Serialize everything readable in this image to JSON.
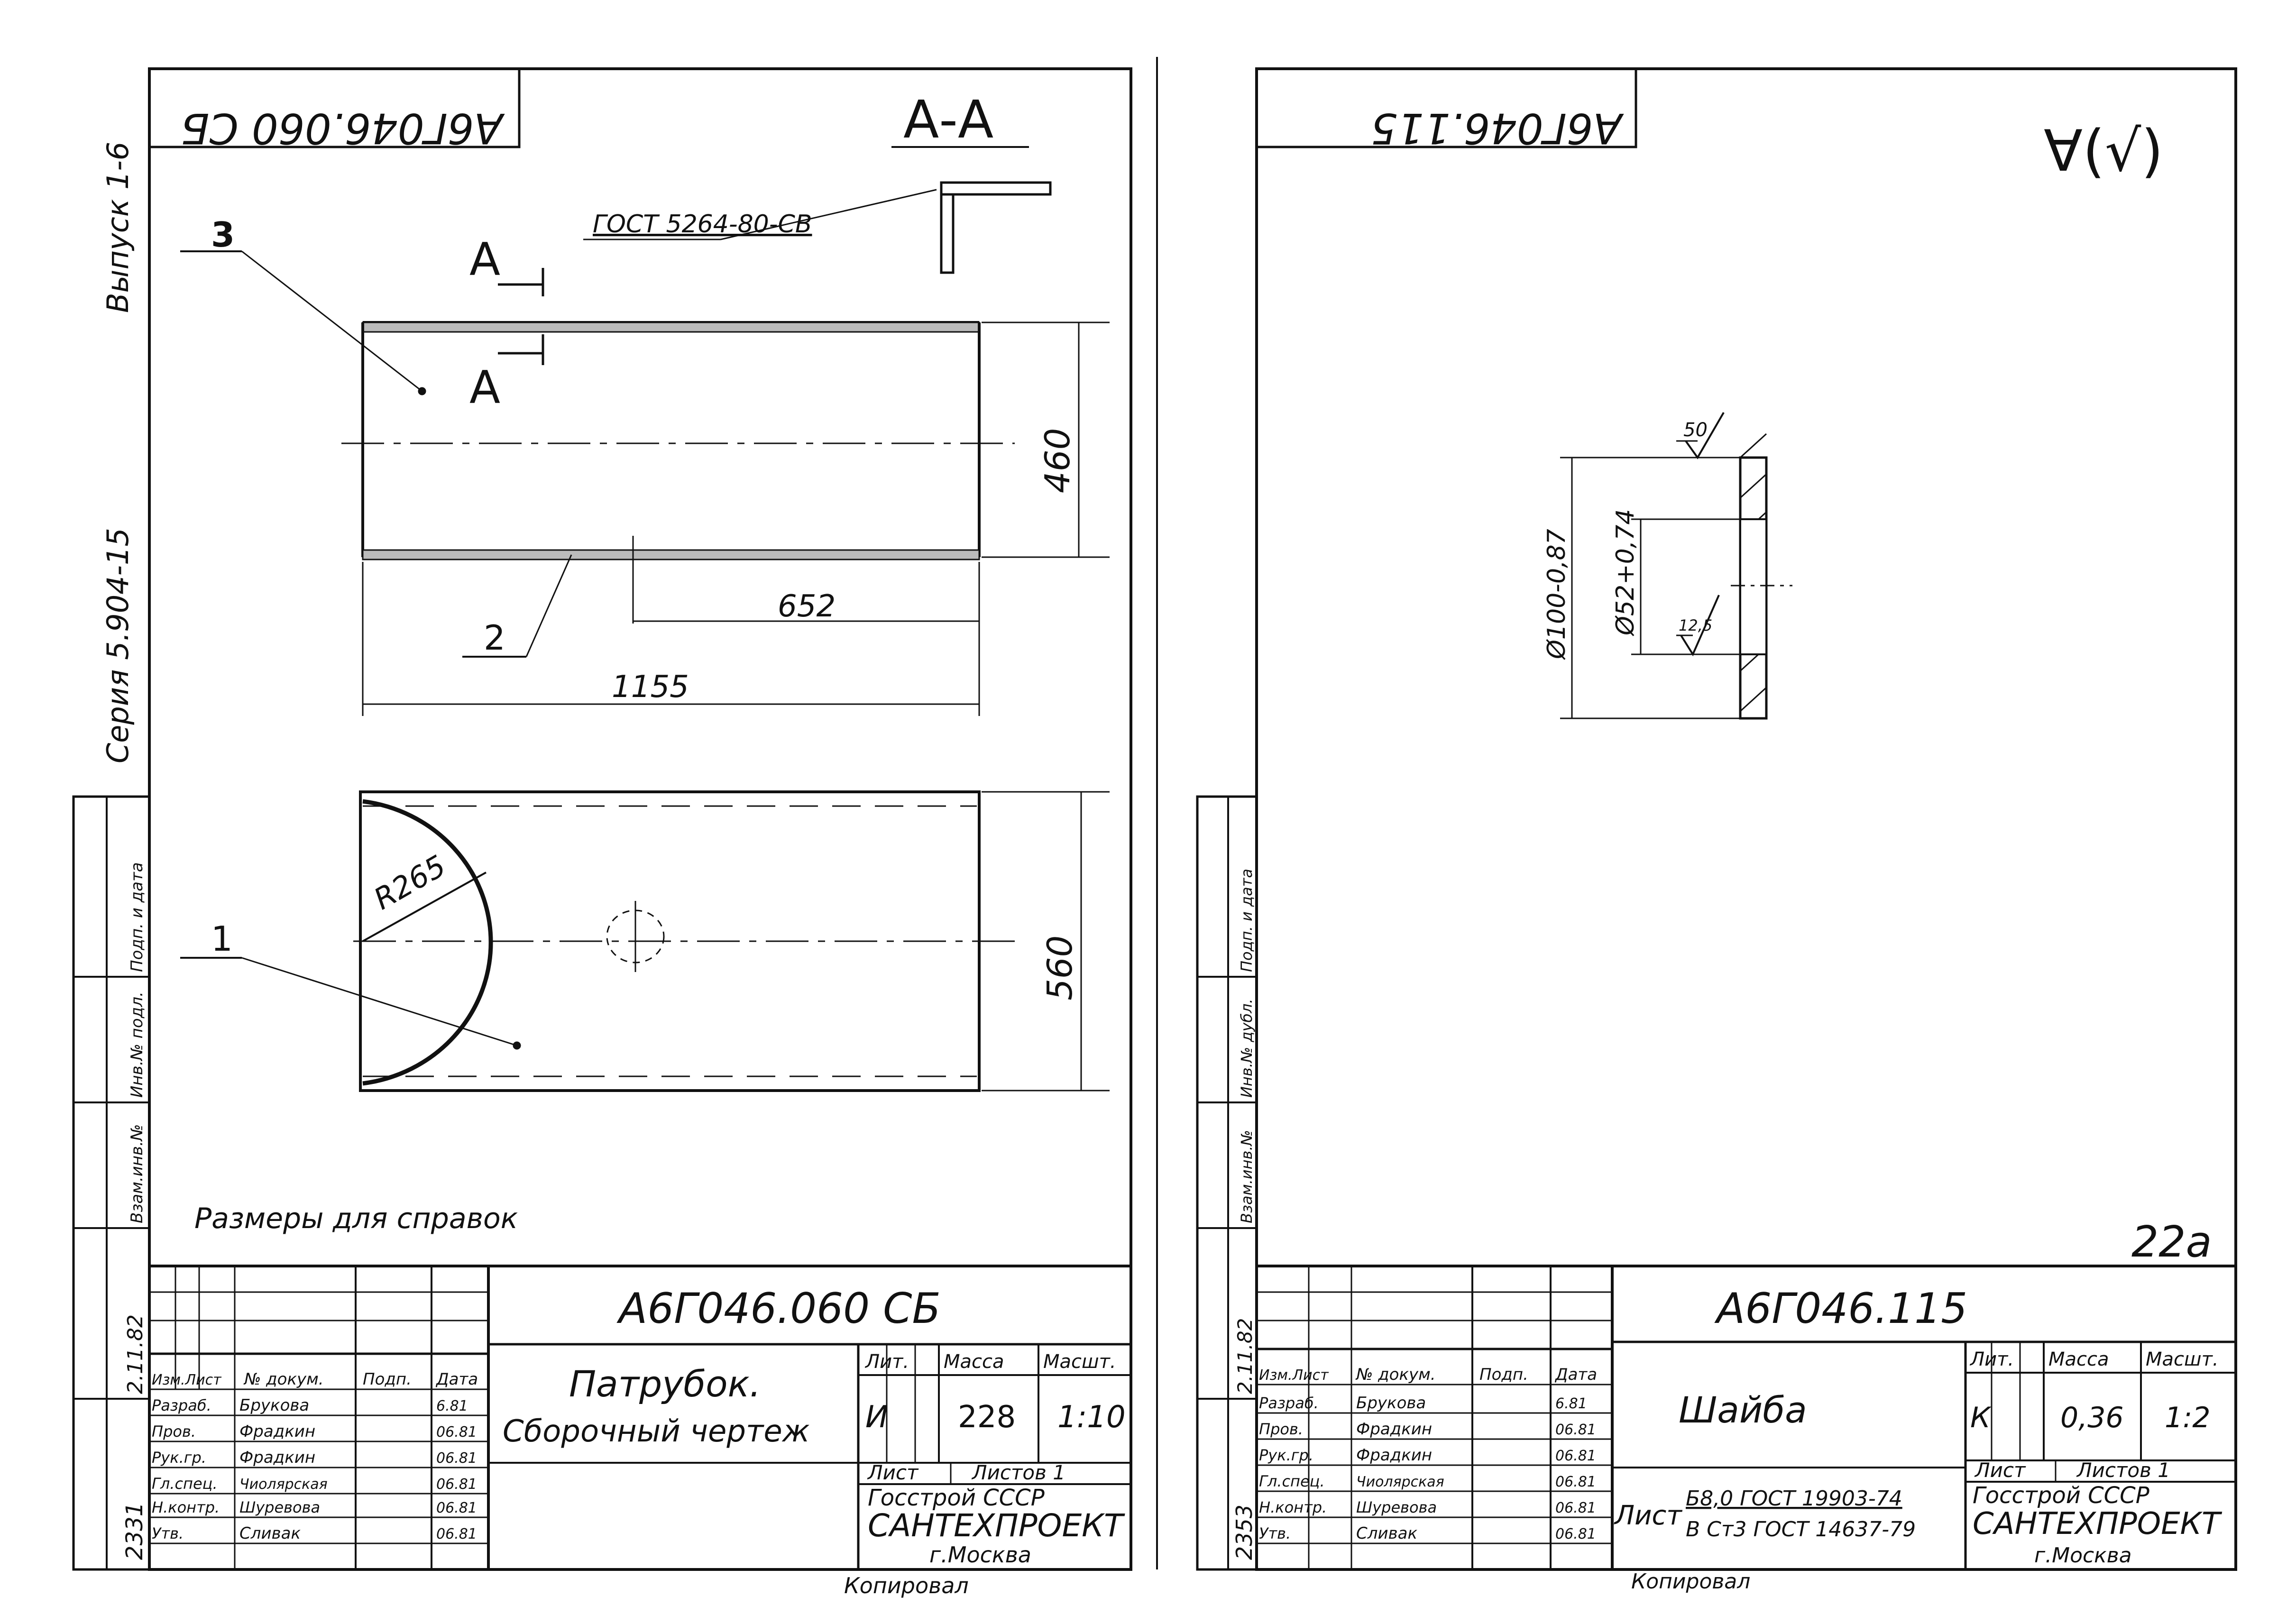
{
  "left_sheet": {
    "code_rotated": "А6Г046.060 СБ",
    "section_label": "А-А",
    "weld_note": "ГОСТ 5264-80-СВ",
    "section_mark": "А",
    "series_text": "Серия 5.904-15",
    "issue_text": "Выпуск 1-6",
    "callouts": [
      "3",
      "2",
      "1"
    ],
    "dim_460": "460",
    "dim_652": "652",
    "dim_1155": "1155",
    "dim_r": "R265",
    "dim_560": "560",
    "note": "Размеры для справок",
    "doc_code": "А6Г046.060 СБ",
    "title_line1": "Патрубок.",
    "title_line2": "Сборочный чертеж",
    "lit_value": "И",
    "headers": [
      "Лит.",
      "Масса",
      "Масшт."
    ],
    "mass": "228",
    "scale": "1:10",
    "sheet_label": "Лист",
    "sheets_label": "Листов 1",
    "org_line1": "Госстрой СССР",
    "org_line2": "САНТЕХПРОЕКТ",
    "org_line3": "г.Москва",
    "sig_header": [
      "Изм.Лист",
      "№ докум.",
      "Подп.",
      "Дата"
    ],
    "sig_rows": [
      [
        "Разраб.",
        "Брукова",
        "",
        "6.81"
      ],
      [
        "Пров.",
        "Фрадкин",
        "",
        "06.81"
      ],
      [
        "Рук.гр.",
        "Фрадкин",
        "",
        "06.81"
      ],
      [
        "Гл.спец.",
        "Чиолярская",
        "",
        "06.81"
      ],
      [
        "Н.контр.",
        "Шуревова",
        "",
        "06.81"
      ],
      [
        "Утв.",
        "Сливак",
        "",
        "06.81"
      ]
    ],
    "side_stamp": [
      "Взам.инв.№",
      "Инв.№ подл.",
      "Подп. и дата"
    ],
    "side_date": "2.11.82",
    "side_num": "2331",
    "bottom_text": "Копировал"
  },
  "right_sheet": {
    "code_rotated": "А6Г046.115",
    "roughness_note": "∀(√)",
    "dim_outer": "Ø100-0,87",
    "dim_inner": "Ø52+0,74",
    "rough_top": "50",
    "rough_inner": "12,5",
    "page_num": "22а",
    "doc_code": "А6Г046.115",
    "title": "Шайба",
    "lit_value": "К",
    "headers": [
      "Лит.",
      "Масса",
      "Масшт."
    ],
    "mass": "0,36",
    "scale": "1:2",
    "sheet_label": "Лист",
    "sheets_label": "Листов 1",
    "material_prefix": "Лист",
    "material_line1": "Б8,0 ГОСТ 19903-74",
    "material_line2": "В Ст3 ГОСТ 14637-79",
    "org_line1": "Госстрой СССР",
    "org_line2": "САНТЕХПРОЕКТ",
    "org_line3": "г.Москва",
    "sig_header": [
      "Изм.Лист",
      "№ докум.",
      "Подп.",
      "Дата"
    ],
    "sig_rows": [
      [
        "Разраб.",
        "Брукова",
        "",
        "6.81"
      ],
      [
        "Пров.",
        "Фрадкин",
        "",
        "06.81"
      ],
      [
        "Рук.гр.",
        "Фрадкин",
        "",
        "06.81"
      ],
      [
        "Гл.спец.",
        "Чиолярская",
        "",
        "06.81"
      ],
      [
        "Н.контр.",
        "Шуревова",
        "",
        "06.81"
      ],
      [
        "Утв.",
        "Сливак",
        "",
        "06.81"
      ]
    ],
    "side_stamp": [
      "Взам.инв.№",
      "Инв.№ дубл.",
      "Подп. и дата"
    ],
    "side_date": "2.11.82",
    "side_num": "2353",
    "bottom_text": "Копировал"
  }
}
